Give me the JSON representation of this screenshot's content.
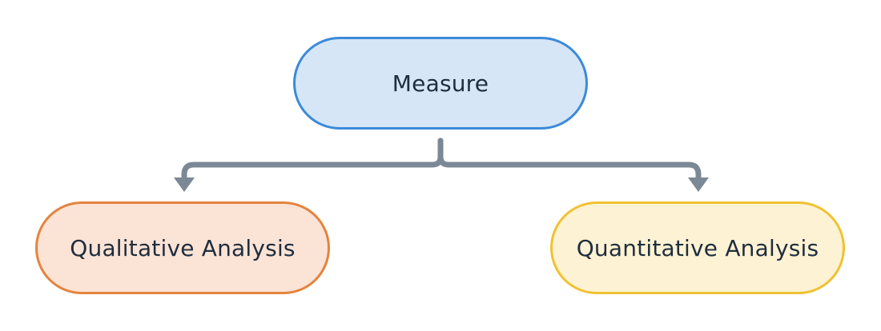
{
  "diagram": {
    "root": {
      "label": "Measure",
      "fill": "#d6e6f6",
      "stroke": "#3b8ad9"
    },
    "children": [
      {
        "label": "Qualitative Analysis",
        "fill": "#fbe3d6",
        "stroke": "#e4843d"
      },
      {
        "label": "Quantitative Analysis",
        "fill": "#fdf2d3",
        "stroke": "#f0c232"
      }
    ],
    "connector_color": "#7b8896"
  }
}
